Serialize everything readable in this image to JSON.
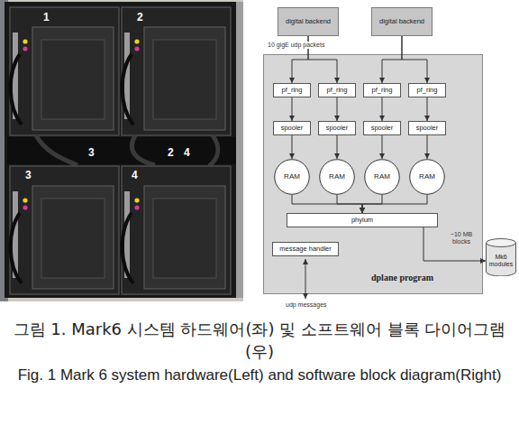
{
  "diagram": {
    "caption": "그림 1. Mark6 시스템 하드웨어(좌) 및 소프트웨어 블록 다이어그램(우)",
    "nodes": [
      {
        "text": [
          "digital backend"
        ]
      },
      {
        "text": [
          "digital backend"
        ]
      },
      {
        "text": [
          "dplane program"
        ]
      },
      {
        "text": [
          "pf_ring"
        ],
        "in": 2
      },
      {
        "text": [
          "pf_ring"
        ],
        "in": 2
      },
      {
        "text": [
          "pf_ring"
        ],
        "in": 2
      },
      {
        "text": [
          "pf_ring"
        ],
        "in": 2
      },
      {
        "text": [
          "spooler"
        ],
        "in": 2
      },
      {
        "text": [
          "spooler"
        ],
        "in": 2
      },
      {
        "text": [
          "spooler"
        ],
        "in": 2
      },
      {
        "text": [
          "spooler"
        ],
        "in": 2
      },
      {
        "text": [
          "RAM"
        ],
        "in": 2
      },
      {
        "text": [
          "RAM"
        ],
        "in": 2
      },
      {
        "text": [
          "RAM"
        ],
        "in": 2
      },
      {
        "text": [
          "RAM"
        ],
        "in": 2
      },
      {
        "text": [
          "phylum"
        ],
        "in": 2
      },
      {
        "text": [
          "message handler"
        ],
        "in": 2
      },
      {
        "text": [
          "Mk6 modules"
        ]
      }
    ],
    "edges": [
      {
        "from": 0,
        "to": 3,
        "arrow": "to"
      },
      {
        "from": 0,
        "to": 4,
        "arrow": "to"
      },
      {
        "from": 1,
        "to": 5,
        "arrow": "to"
      },
      {
        "from": 1,
        "to": 6,
        "arrow": "to"
      },
      {
        "from": 3,
        "to": 7,
        "arrow": "to"
      },
      {
        "from": 4,
        "to": 8,
        "arrow": "to"
      },
      {
        "from": 5,
        "to": 9,
        "arrow": "to"
      },
      {
        "from": 6,
        "to": 10,
        "arrow": "to"
      },
      {
        "from": 7,
        "to": 11,
        "arrow": "to"
      },
      {
        "from": 8,
        "to": 12,
        "arrow": "to"
      },
      {
        "from": 9,
        "to": 13,
        "arrow": "to"
      },
      {
        "from": 10,
        "to": 14,
        "arrow": "to"
      },
      {
        "from": 11,
        "to": 15,
        "arrow": "to"
      },
      {
        "from": 12,
        "to": 15,
        "arrow": "to"
      },
      {
        "from": 13,
        "to": 15,
        "arrow": "to"
      },
      {
        "from": 14,
        "to": 15,
        "arrow": "to"
      },
      {
        "from": 15,
        "to": 17,
        "label": "~10 MB blocks",
        "arrow": "to"
      }
    ],
    "labels": [
      "10 gigE udp packets",
      "udp messages",
      "1",
      "2",
      "3",
      "2",
      "4",
      "3",
      "4",
      "Fig. 1 Mark 6 system hardware(Left) and software block diagram(Right)"
    ]
  }
}
